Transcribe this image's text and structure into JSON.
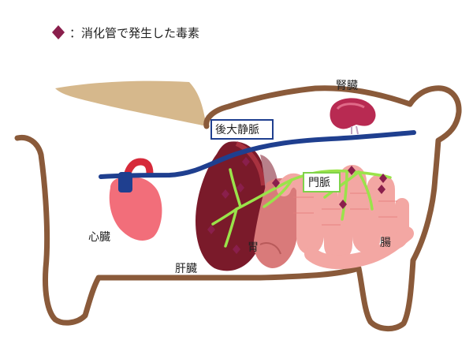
{
  "legend": {
    "text": "：消化管で発生した毒素",
    "marker_color": "#8a1f4c"
  },
  "labels": {
    "kidney": "腎臓",
    "vena_cava": "後大静脈",
    "portal_vein": "門脈",
    "heart": "心臓",
    "liver": "肝臓",
    "stomach": "胃",
    "intestine": "腸"
  },
  "colors": {
    "body_outline": "#8a5a3a",
    "fur": "#d6b88c",
    "vena_cava": "#1f3f8f",
    "portal_vein": "#9ae34a",
    "liver": "#7a1a2a",
    "liver_light": "#a8323f",
    "stomach": "#d97a7a",
    "intestine": "#f3a7a3",
    "intestine_edge": "#e57f7d",
    "heart": "#f26e7a",
    "kidney": "#b82a52",
    "box_blue": "#1f3f8f",
    "box_green": "#7fd24a"
  },
  "toxin_count_note": ""
}
